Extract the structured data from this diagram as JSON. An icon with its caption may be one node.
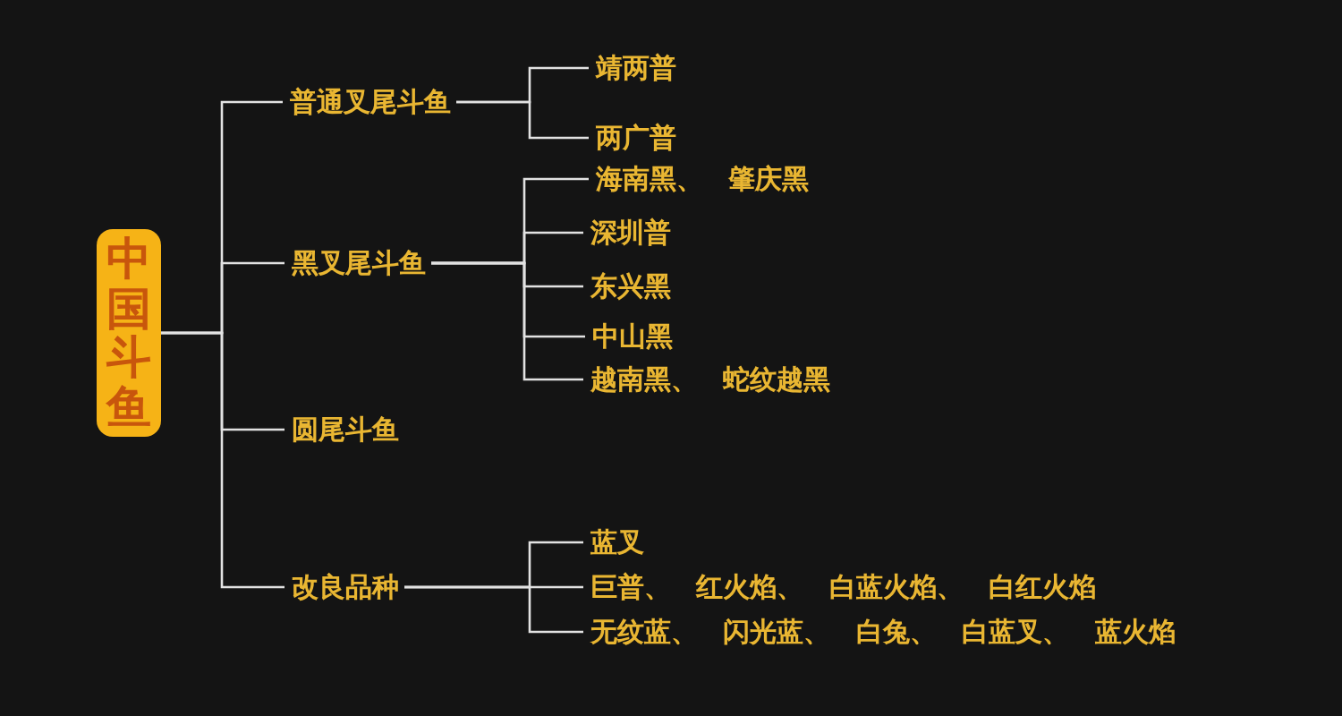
{
  "diagram": {
    "nodes": [
      {
        "text": [
          "中国斗鱼"
        ]
      },
      {
        "text": [
          "普通叉尾斗鱼"
        ]
      },
      {
        "text": [
          "靖两普"
        ]
      },
      {
        "text": [
          "两广普"
        ]
      },
      {
        "text": [
          "黑叉尾斗鱼"
        ]
      },
      {
        "text": [
          "海南黑、 肇庆黑"
        ]
      },
      {
        "text": [
          "深圳普"
        ]
      },
      {
        "text": [
          "东兴黑"
        ]
      },
      {
        "text": [
          "中山黑"
        ]
      },
      {
        "text": [
          "越南黑、 蛇纹越黑"
        ]
      },
      {
        "text": [
          "圆尾斗鱼"
        ]
      },
      {
        "text": [
          "改良品种"
        ]
      },
      {
        "text": [
          "蓝叉"
        ]
      },
      {
        "text": [
          "巨普、 红火焰、 白蓝火焰、 白红火焰"
        ]
      },
      {
        "text": [
          "无纹蓝、 闪光蓝、 白兔、 白蓝叉、 蓝火焰"
        ]
      }
    ],
    "edges": [
      {
        "from": 0,
        "to": 1,
        "arrow": "none"
      },
      {
        "from": 0,
        "to": 4,
        "arrow": "none"
      },
      {
        "from": 0,
        "to": 10,
        "arrow": "none"
      },
      {
        "from": 0,
        "to": 11,
        "arrow": "none"
      },
      {
        "from": 1,
        "to": 2,
        "arrow": "none"
      },
      {
        "from": 1,
        "to": 3,
        "arrow": "none"
      },
      {
        "from": 4,
        "to": 5,
        "arrow": "none"
      },
      {
        "from": 4,
        "to": 6,
        "arrow": "none"
      },
      {
        "from": 4,
        "to": 7,
        "arrow": "none"
      },
      {
        "from": 4,
        "to": 8,
        "arrow": "none"
      },
      {
        "from": 4,
        "to": 9,
        "arrow": "none"
      },
      {
        "from": 11,
        "to": 12,
        "arrow": "none"
      },
      {
        "from": 11,
        "to": 13,
        "arrow": "none"
      },
      {
        "from": 11,
        "to": 14,
        "arrow": "none"
      }
    ]
  }
}
